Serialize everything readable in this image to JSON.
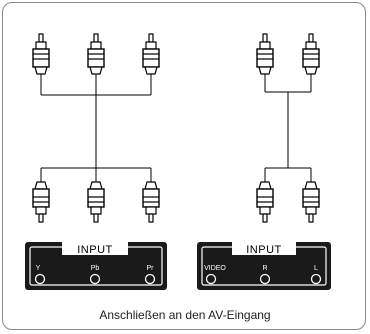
{
  "caption": "Anschließen an den AV-Eingang",
  "panels": [
    {
      "title": "INPUT",
      "ports": [
        "Y",
        "Pb",
        "Pr"
      ]
    },
    {
      "title": "INPUT",
      "ports": [
        "VIDEO",
        "R",
        "L"
      ]
    }
  ],
  "colors": {
    "frame": "#8a8a8a",
    "panel": "#1a1a1a",
    "wire": "#000000"
  }
}
